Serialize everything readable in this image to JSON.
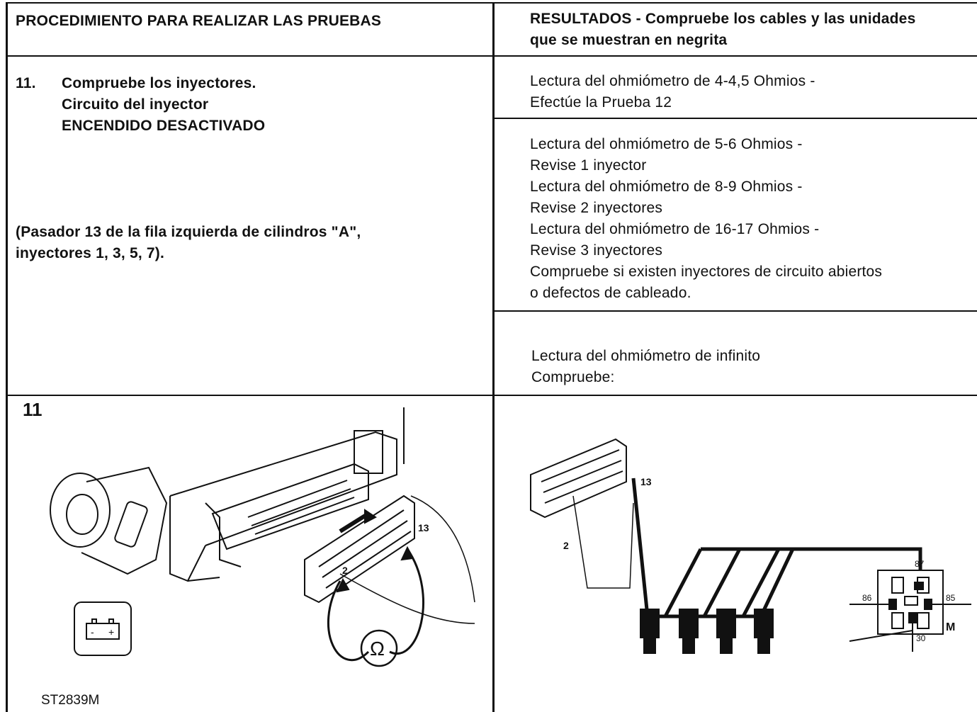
{
  "header": {
    "left": "PROCEDIMIENTO PARA REALIZAR LAS PRUEBAS",
    "right_line1": "RESULTADOS - Compruebe los cables y las unidades",
    "right_line2": "que se muestran en negrita"
  },
  "procedure": {
    "number": "11.",
    "line1": "Compruebe los inyectores.",
    "line2": "Circuito del inyector",
    "line3": "ENCENDIDO DESACTIVADO",
    "note_line1": "(Pasador 13 de la fila izquierda de cilindros \"A\",",
    "note_line2": "inyectores 1, 3, 5, 7)."
  },
  "results": {
    "r1": [
      "Lectura del ohmiómetro de 4-4,5 Ohmios -",
      "Efectúe la Prueba 12"
    ],
    "r2": [
      "Lectura del ohmiómetro de 5-6 Ohmios -",
      "Revise 1 inyector",
      "Lectura del ohmiómetro de 8-9 Ohmios -",
      "Revise 2 inyectores",
      "Lectura del ohmiómetro de 16-17 Ohmios -",
      "Revise 3 inyectores",
      "Compruebe si existen inyectores de circuito abiertos",
      "o defectos de cableado."
    ],
    "r3": [
      "Lectura del ohmiómetro de infinito",
      "Compruebe:"
    ]
  },
  "figure_left": {
    "number": "11",
    "code": "ST2839M",
    "pin_13": "13",
    "pin_2": "2",
    "ohm_symbol": "Ω",
    "battery_minus": "-",
    "battery_plus": "+"
  },
  "figure_right": {
    "pin_13": "13",
    "pin_2": "2",
    "relay_87": "87",
    "relay_86": "86",
    "relay_85": "85",
    "relay_30": "30",
    "relay_m": "M"
  }
}
